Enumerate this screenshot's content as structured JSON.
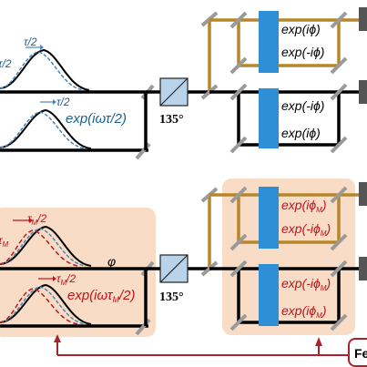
{
  "top": {
    "tau_half": "τ/2",
    "tau_half_cut": "τ/2",
    "phase_factor": "exp(iωτ/2)",
    "bs_angle": "135°",
    "mod1": "exp(iϕ)",
    "mod2": "exp(-iϕ)",
    "mod3": "exp(-iϕ)",
    "mod4": "exp(iϕ)"
  },
  "bottom": {
    "tau_m_half": "τ",
    "tau_m_half_sub": "M",
    "tau_m_half_tail": "/2",
    "tau_m_cut": "τ",
    "tau_m_cut_sub": "M",
    "phi_label": "φ",
    "phase_factor_head": "exp(iωτ",
    "phase_factor_sub": "M",
    "phase_factor_tail": "/2)",
    "bs_angle": "135°",
    "mod1_head": "exp(iϕ",
    "mod1_sub": "M",
    "mod1_tail": ")",
    "mod2_head": "exp(-iϕ",
    "mod2_sub": "M",
    "mod2_tail": ")",
    "mod3_head": "exp(-iϕ",
    "mod3_sub": "M",
    "mod3_tail": ")",
    "mod4_head": "exp(iϕ",
    "mod4_sub": "M",
    "mod4_tail": ")",
    "feedback_label": "Fe"
  },
  "colors": {
    "beam": "#000000",
    "gold": "#b5862a",
    "modulator": "#2f8fd6",
    "mirror": "#9a9a9a",
    "bs_face": "#b8d3ea",
    "panel": "#f9dcc6",
    "blue_label": "#1f5f8b",
    "red_label": "#c0141c",
    "dashed_red": "#c0141c",
    "dashed_blue": "#4a86b8",
    "feedback": "#a8242a"
  }
}
